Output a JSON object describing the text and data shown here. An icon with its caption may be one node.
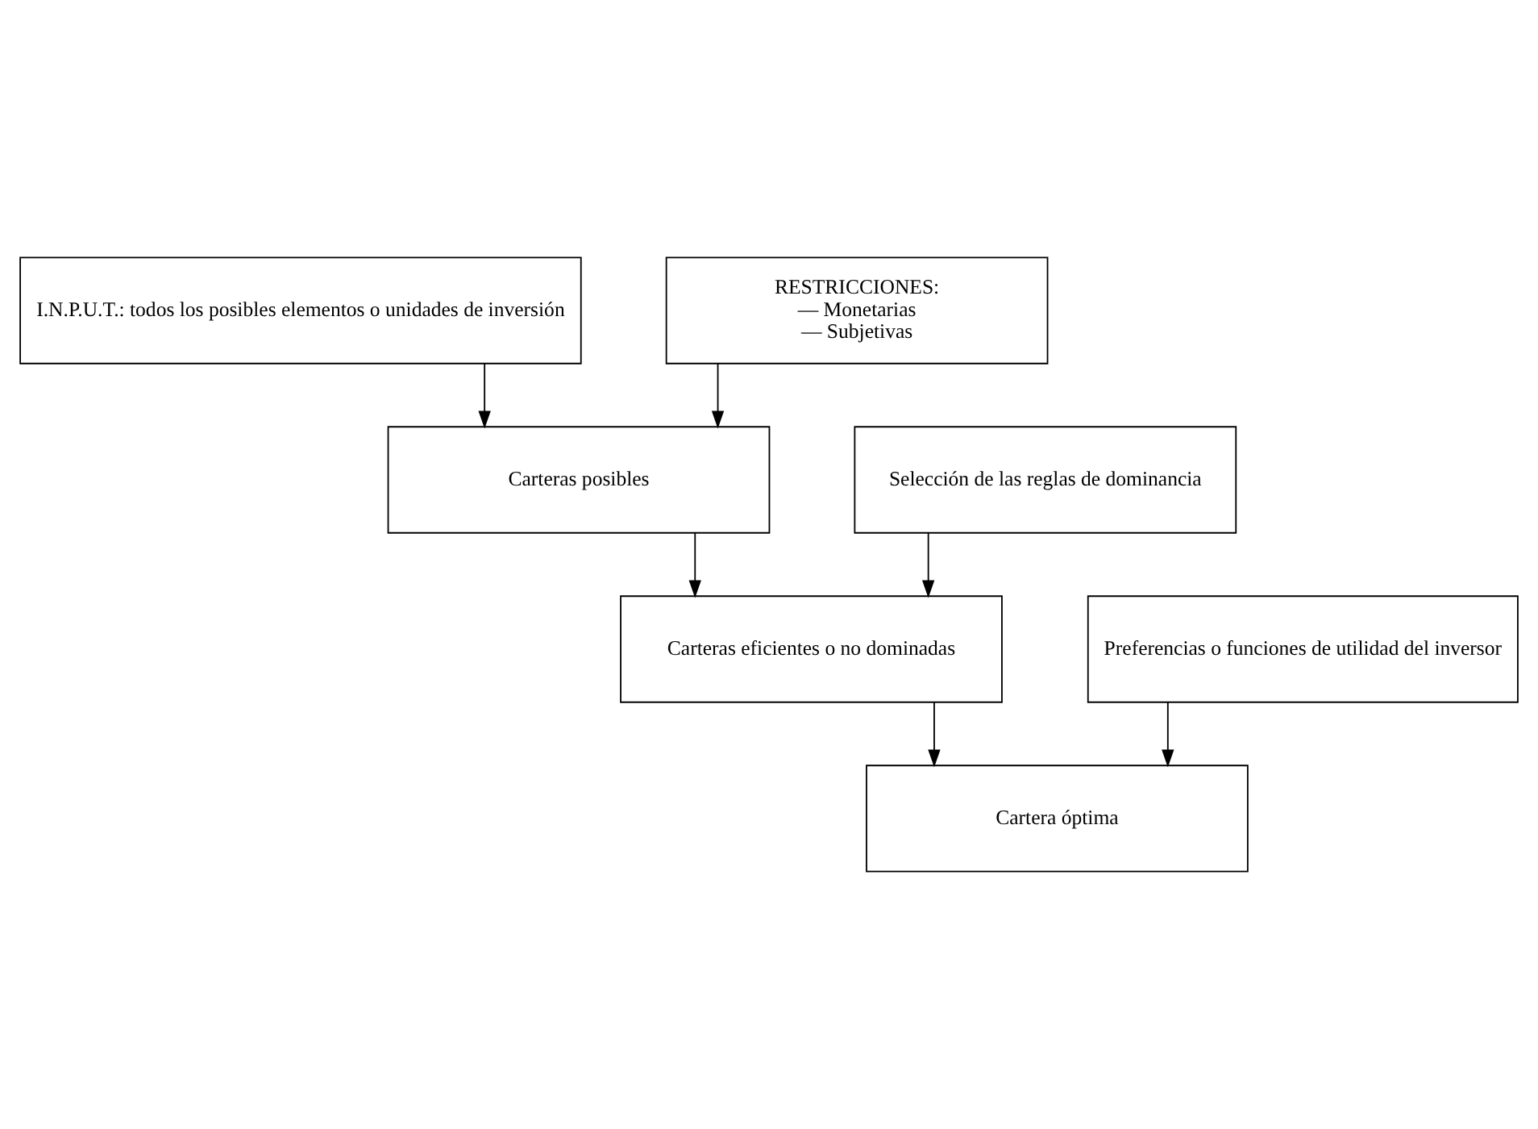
{
  "diagram": {
    "nodes": [
      {
        "text": [
          "I.N.P.U.T.: todos los posibles elementos o unidades de inversión"
        ]
      },
      {
        "text": [
          "RESTRICCIONES:",
          "— Monetarias",
          "— Subjetivas"
        ]
      },
      {
        "text": [
          "Carteras posibles"
        ]
      },
      {
        "text": [
          "Selección de las reglas de dominancia"
        ]
      },
      {
        "text": [
          "Carteras eficientes o no dominadas"
        ]
      },
      {
        "text": [
          "Preferencias o funciones de utilidad del inversor"
        ]
      },
      {
        "text": [
          "Cartera óptima"
        ]
      }
    ],
    "edges": [
      {
        "from": 0,
        "to": 2,
        "arrow": "to"
      },
      {
        "from": 1,
        "to": 2,
        "arrow": "to"
      },
      {
        "from": 2,
        "to": 4,
        "arrow": "to"
      },
      {
        "from": 3,
        "to": 4,
        "arrow": "to"
      },
      {
        "from": 4,
        "to": 6,
        "arrow": "to"
      },
      {
        "from": 5,
        "to": 6,
        "arrow": "to"
      }
    ]
  }
}
